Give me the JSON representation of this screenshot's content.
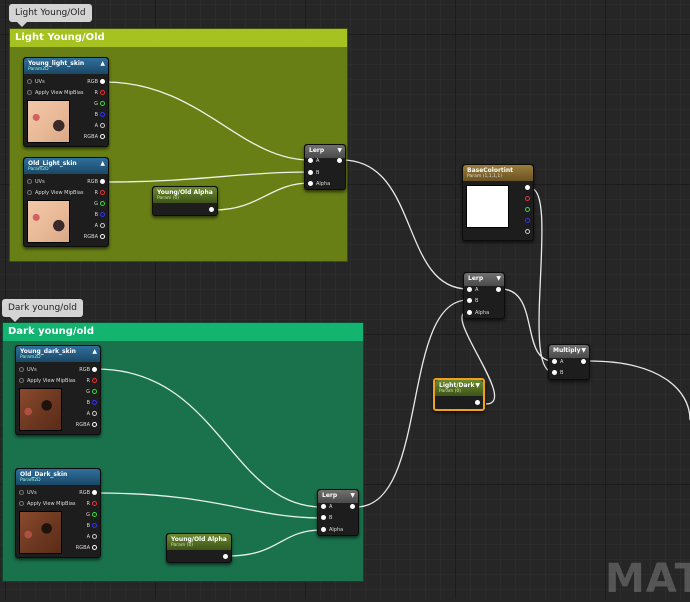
{
  "editor": {
    "watermark": "MATE"
  },
  "comments": {
    "light": {
      "tab": "Light Young/Old",
      "title": "Light Young/Old",
      "color": "#a6c220"
    },
    "dark": {
      "tab": "Dark young/old",
      "title": "Dark young/old",
      "color": "#13b46f"
    }
  },
  "nodes": {
    "young_light_skin": {
      "title": "Young_light_skin",
      "subtitle": "Param2D",
      "pins_in": [
        "UVs",
        "Apply View MipBias"
      ],
      "pins_out": [
        "RGB",
        "R",
        "G",
        "B",
        "A",
        "RGBA"
      ]
    },
    "old_light_skin": {
      "title": "Old_Light_skin",
      "subtitle": "Param2D",
      "pins_in": [
        "UVs",
        "Apply View MipBias"
      ],
      "pins_out": [
        "RGB",
        "R",
        "G",
        "B",
        "A",
        "RGBA"
      ]
    },
    "young_old_alpha_light": {
      "title": "Young/Old Alpha",
      "subtitle": "Param (0)"
    },
    "lerp_light": {
      "title": "Lerp",
      "pins_in": [
        "A",
        "B",
        "Alpha"
      ]
    },
    "young_dark_skin": {
      "title": "Young_dark_skin",
      "subtitle": "Param2D",
      "pins_in": [
        "UVs",
        "Apply View MipBias"
      ],
      "pins_out": [
        "RGB",
        "R",
        "G",
        "B",
        "A",
        "RGBA"
      ]
    },
    "old_dark_skin": {
      "title": "Old_Dark_skin",
      "subtitle": "Param2D",
      "pins_in": [
        "UVs",
        "Apply View MipBias"
      ],
      "pins_out": [
        "RGB",
        "R",
        "G",
        "B",
        "A",
        "RGBA"
      ]
    },
    "young_old_alpha_dark": {
      "title": "Young/Old Alpha",
      "subtitle": "Param (0)"
    },
    "lerp_dark": {
      "title": "Lerp",
      "pins_in": [
        "A",
        "B",
        "Alpha"
      ]
    },
    "base_color_tint": {
      "title": "BaseColortint",
      "subtitle": "Param (1,1,1,1)",
      "swatch": "#ffffff"
    },
    "lerp_main": {
      "title": "Lerp",
      "pins_in": [
        "A",
        "B",
        "Alpha"
      ]
    },
    "light_dark": {
      "title": "Light/Dark",
      "subtitle": "Param (0)"
    },
    "multiply": {
      "title": "Multiply",
      "pins_in": [
        "A",
        "B"
      ]
    }
  }
}
